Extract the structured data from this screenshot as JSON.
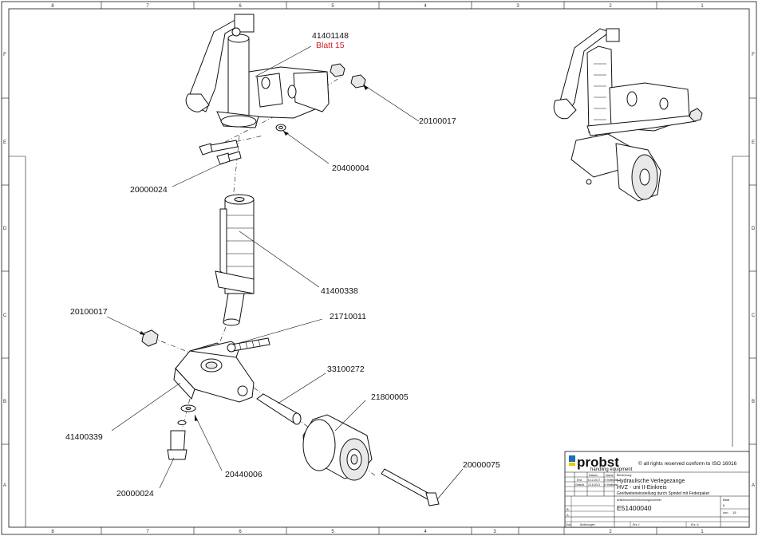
{
  "frame": {
    "columns_top": [
      "8",
      "7",
      "6",
      "5",
      "4",
      "3",
      "2",
      "1"
    ],
    "columns_bottom": [
      "8",
      "7",
      "6",
      "5",
      "4",
      "3",
      "2",
      "1"
    ],
    "rows_left": [
      "F",
      "E",
      "D",
      "C",
      "B",
      "A"
    ],
    "rows_right": [
      "F",
      "E",
      "D",
      "C",
      "B",
      "A"
    ]
  },
  "parts": {
    "p41401148": "41401148",
    "blatt": "Blatt 15",
    "p20100017_top": "20100017",
    "p20400004": "20400004",
    "p20000024_top": "20000024",
    "p41400338": "41400338",
    "p20100017_left": "20100017",
    "p21710011": "21710011",
    "p33100272": "33100272",
    "p21800005": "21800005",
    "p41400339": "41400339",
    "p20440006": "20440006",
    "p20000024_bottom": "20000024",
    "p20000075": "20000075"
  },
  "title_block": {
    "brand": "probst",
    "brand_sub": "handling equipment",
    "copyright": "© all rights reserved conform to ISO 16016",
    "hdr_datum": "Datum",
    "hdr_name": "Name",
    "row1_label": "Erst.",
    "row1_date": "6.12.2017",
    "row1_name": "H.Hoffmann",
    "row2_label": "Geändt.",
    "row2_date": "13.6.2021",
    "row2_name": "H.Hoffmann",
    "bez_label": "Benennung",
    "title1": "Hydraulische Verlegezange",
    "title2": "HVZ - uni II-Einkreis",
    "title3": "Greifweiteneinstellung durch Spindel mit Federpaket",
    "artnr_label": "Artikelnummer/Zeichnungsnummer",
    "artnr": "E51400040",
    "blatt_label": "Blatt",
    "blatt_no": "6",
    "von_label": "von",
    "von_no": "15",
    "zust": "Zust.",
    "aend": "Änderungen",
    "ers_fuer": "Ers. f.",
    "ers_durch": "Ers. d.",
    "rev_b": "B",
    "rev_a": "A"
  }
}
